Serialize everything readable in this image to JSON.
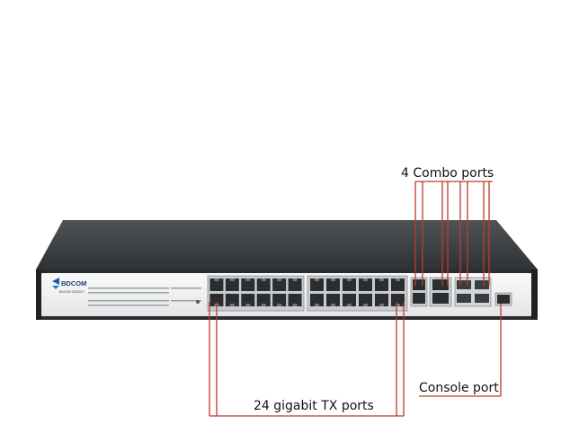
{
  "callouts": {
    "combo_ports": "4 Combo ports",
    "tx_ports": "24 gigabit TX ports",
    "console_port": "Console port"
  },
  "device": {
    "brand": "BDCOM",
    "model": "BDCOM S2528-P"
  },
  "colors": {
    "callout_line": "#c0392b",
    "chassis_top": "#3a3d40",
    "front_panel": "#f1f2f3",
    "port_block": "#2b2e31"
  }
}
